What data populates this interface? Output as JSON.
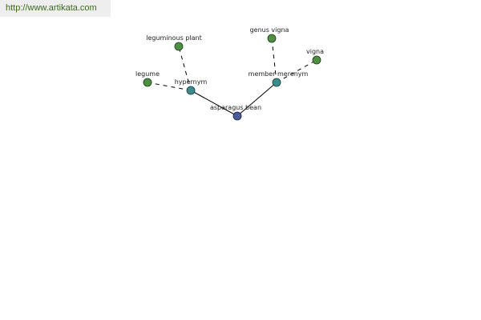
{
  "site": {
    "url": "http://www.artikata.com"
  },
  "graph": {
    "nodes": {
      "asparagus_bean": {
        "label": "asparagus bean",
        "color": "#4b5a9b"
      },
      "hypernym": {
        "label": "hypernym",
        "color": "#3b8c8c"
      },
      "member_meronym": {
        "label": "member meronym",
        "color": "#3b8c8c"
      },
      "leguminous_plant": {
        "label": "leguminous plant",
        "color": "#4f8f43"
      },
      "legume": {
        "label": "legume",
        "color": "#4f8f43"
      },
      "genus_vigna": {
        "label": "genus vigna",
        "color": "#4f8f43"
      },
      "vigna": {
        "label": "vigna",
        "color": "#4f8f43"
      }
    },
    "edges": [
      {
        "from": "asparagus_bean",
        "to": "hypernym",
        "style": "solid"
      },
      {
        "from": "asparagus_bean",
        "to": "member_meronym",
        "style": "solid"
      },
      {
        "from": "hypernym",
        "to": "leguminous_plant",
        "style": "dashed"
      },
      {
        "from": "hypernym",
        "to": "legume",
        "style": "dashed"
      },
      {
        "from": "member_meronym",
        "to": "genus_vigna",
        "style": "dashed"
      },
      {
        "from": "member_meronym",
        "to": "vigna",
        "style": "dashed"
      }
    ]
  }
}
